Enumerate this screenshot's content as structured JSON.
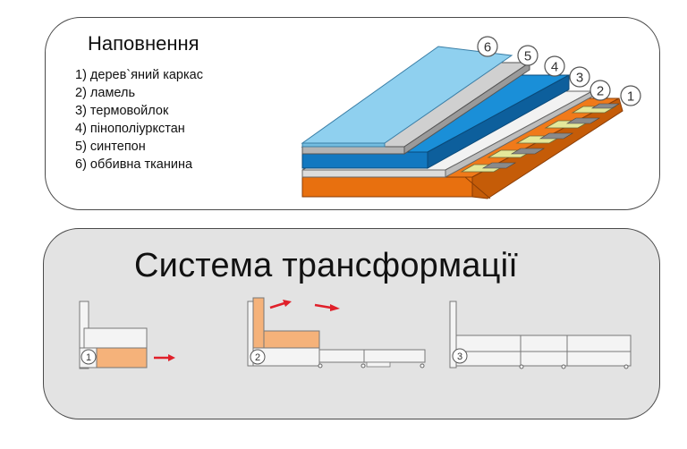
{
  "filling": {
    "title": "Наповнення",
    "layers": [
      {
        "label": "1) дерев`яний каркас"
      },
      {
        "label": "2) ламель"
      },
      {
        "label": "3) термовойлок"
      },
      {
        "label": "4) пінополіуркстан"
      },
      {
        "label": "5) синтепон"
      },
      {
        "label": "6) оббивна тканина"
      }
    ],
    "callouts": [
      "1",
      "2",
      "3",
      "4",
      "5",
      "6"
    ]
  },
  "transformation": {
    "title": "Система трансформації",
    "steps": [
      "1",
      "2",
      "3"
    ]
  },
  "colors": {
    "frame_orange": "#f07a1a",
    "lamel_yellow": "#e4e89a",
    "felt_white": "#f2f2f2",
    "foam_blue": "#1a8fd8",
    "sintepon_gray": "#c6c6c6",
    "fabric_light_blue": "#8fd0ef",
    "cushion_peach": "#f5b27a",
    "arrow_red": "#e0202a"
  }
}
